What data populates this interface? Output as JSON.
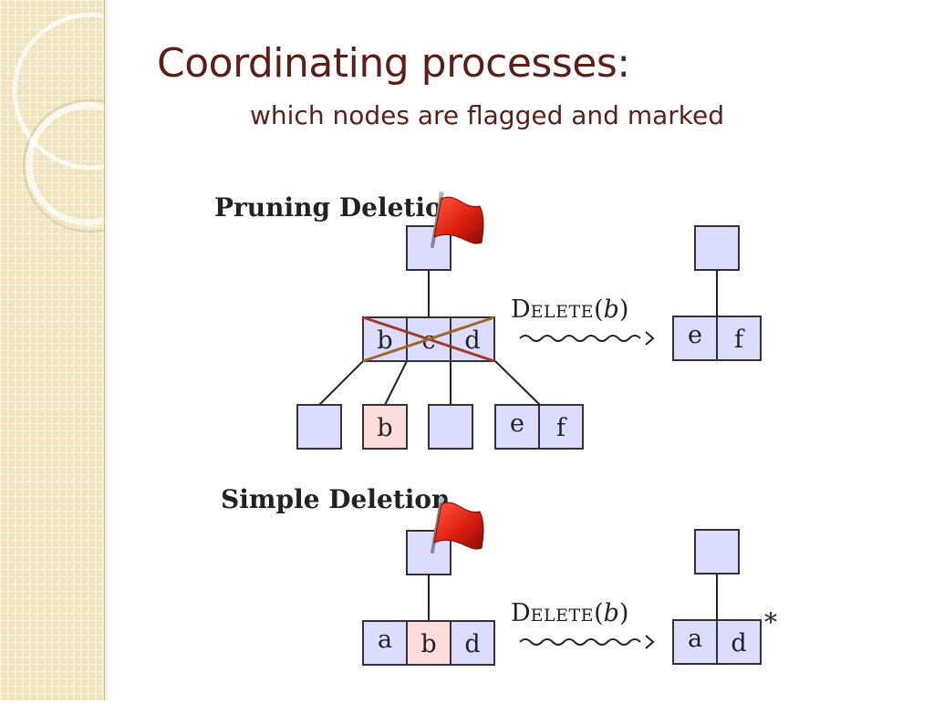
{
  "slide": {
    "title": "Coordinating processes:",
    "subtitle": "which nodes are flagged and marked",
    "colors": {
      "title": "#5a1f16",
      "node_fill": "#dcdcff",
      "highlight_fill": "#ffdcdc",
      "cross_mark": "#9b3d2a",
      "sidebar": "#f3e4b7",
      "flag": "#dd1f10"
    }
  },
  "pruning": {
    "heading": "Pruning Deletion",
    "parent_keys": [
      "b",
      "c",
      "d"
    ],
    "children_keys": [
      "",
      "b",
      "",
      "e",
      "f"
    ],
    "result_keys": [
      "e",
      "f"
    ],
    "op_cap": "D",
    "op_rest": "ELETE",
    "op_open": "(",
    "op_arg": "b",
    "op_close": ")",
    "flag_icon": "red-flag",
    "marked_node": "parent node b c d (crossed out)"
  },
  "simple": {
    "heading": "Simple Deletion",
    "leaf_keys": [
      "a",
      "b",
      "d"
    ],
    "result_keys": [
      "a",
      "d"
    ],
    "op_cap": "D",
    "op_rest": "ELETE",
    "op_open": "(",
    "op_arg": "b",
    "op_close": ")",
    "star": "*",
    "flag_icon": "red-flag"
  }
}
